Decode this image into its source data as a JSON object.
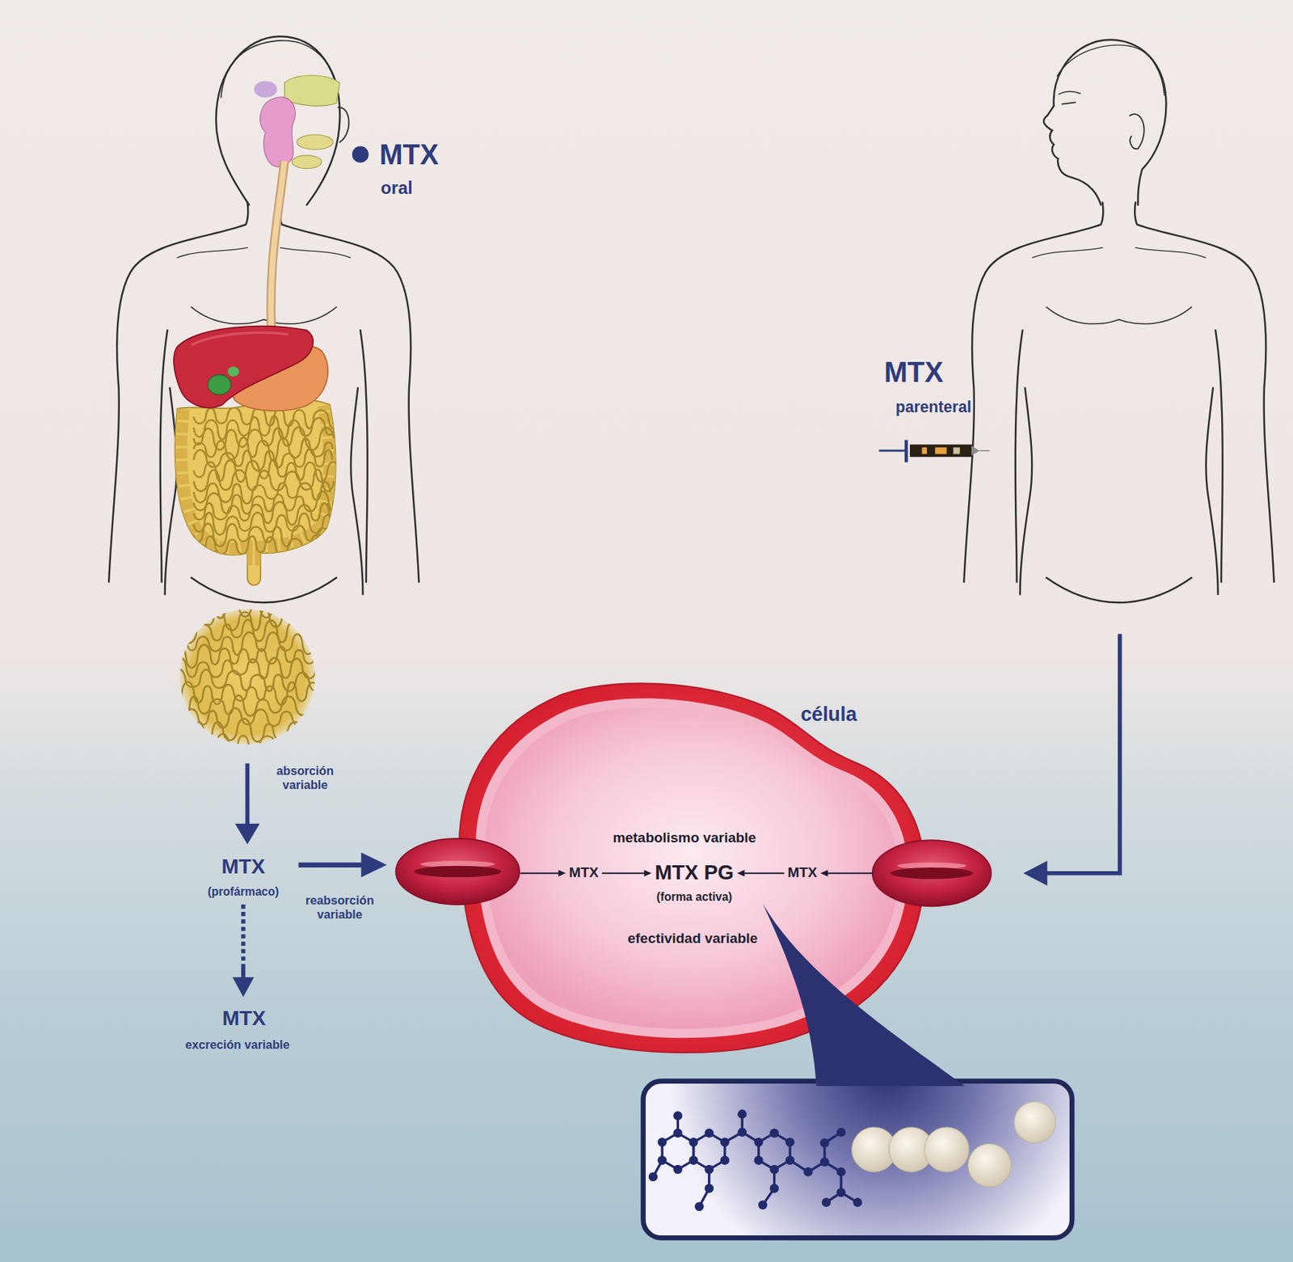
{
  "diagram": {
    "nodes": [
      {
        "text": [
          "célula",
          "metabolismo variable",
          "MTX",
          "MTX PG",
          "(forma activa)",
          "MTX",
          "efectividad variable"
        ]
      }
    ],
    "labels": [
      "MTX",
      "oral",
      "MTX",
      "parenteral",
      "absorción variable",
      "MTX",
      "(profármaco)",
      "reabsorción variable",
      "MTX",
      "excreción variable"
    ]
  }
}
